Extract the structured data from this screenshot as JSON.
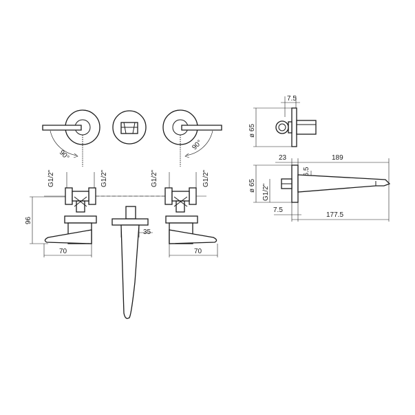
{
  "front_view": {
    "angle_left": "90°",
    "angle_right": "90°",
    "thread_1": "G1/2\"",
    "thread_2": "G1/2\"",
    "thread_3": "G1/2\"",
    "thread_4": "G1/2\"",
    "height_body": "96",
    "width_left": "70",
    "width_right": "70",
    "spout_width": "35"
  },
  "side_view_top": {
    "depth": "7.5",
    "diameter": "ø 65"
  },
  "side_view_bottom": {
    "plate": "23",
    "spout_length": "189",
    "spout_height": "26.5",
    "diameter": "ø 65",
    "thread": "G1/2\"",
    "depth": "7.5",
    "projection": "177.5"
  },
  "colors": {
    "line": "#1a1a1a",
    "background": "#ffffff"
  }
}
